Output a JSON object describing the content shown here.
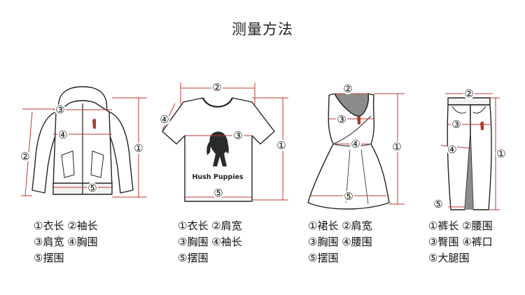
{
  "title": "测量方法",
  "marks": [
    "①",
    "②",
    "③",
    "④",
    "⑤"
  ],
  "logo_text": "Hush Puppies",
  "colors": {
    "measure": "#c0392b",
    "outline": "#222222",
    "grey": "#8c8c8c",
    "light": "#f2f2f2"
  },
  "legends": {
    "jacket": [
      "①衣长 ②袖长",
      "③肩宽 ④胸围",
      "⑤摆围"
    ],
    "tshirt": [
      "①衣长 ②肩宽",
      "③胸围 ④袖长",
      "⑤摆围"
    ],
    "dress": [
      "①裙长 ②肩宽",
      "③胸围 ④腰围",
      "⑤摆围"
    ],
    "pants": [
      "①裤长 ②腰围",
      "③臀围 ④裤口",
      "⑤大腿围"
    ]
  }
}
